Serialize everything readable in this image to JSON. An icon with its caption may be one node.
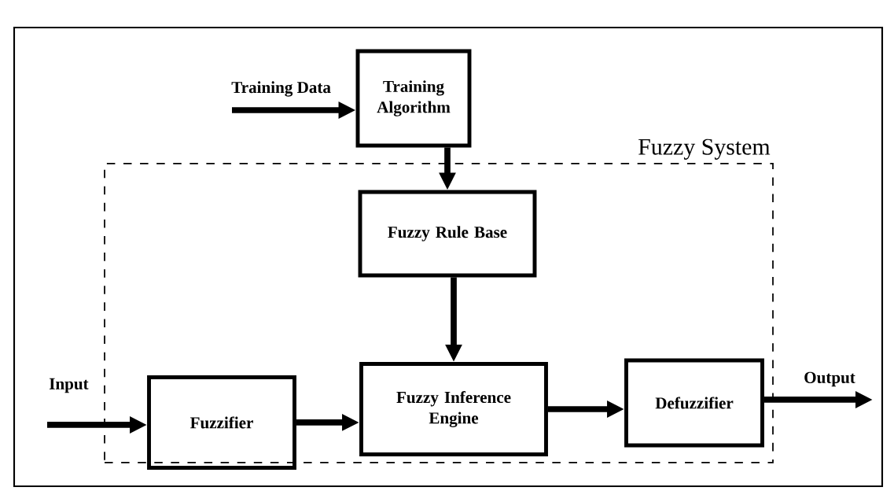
{
  "diagram": {
    "nodes": [
      {
        "text": [
          "Fuzzy System"
        ]
      },
      {
        "text": [
          "Training Algorithm"
        ]
      },
      {
        "text": [
          "Fuzzy Rule Base"
        ],
        "in": 0
      },
      {
        "text": [
          "Fuzzifier"
        ],
        "in": 0
      },
      {
        "text": [
          "Fuzzy Inference Engine"
        ],
        "in": 0
      },
      {
        "text": [
          "Defuzzifier"
        ],
        "in": 0
      }
    ],
    "edges": [
      {
        "from": null,
        "to": 1,
        "arrow": "to",
        "label": "Training Data"
      },
      {
        "from": 1,
        "to": 2,
        "arrow": "to"
      },
      {
        "from": 2,
        "to": 4,
        "arrow": "to"
      },
      {
        "from": null,
        "to": 3,
        "arrow": "to",
        "label": "Input"
      },
      {
        "from": 3,
        "to": 4,
        "arrow": "to"
      },
      {
        "from": 4,
        "to": 5,
        "arrow": "to"
      },
      {
        "from": 5,
        "to": null,
        "arrow": "to",
        "label": "Output"
      }
    ]
  }
}
